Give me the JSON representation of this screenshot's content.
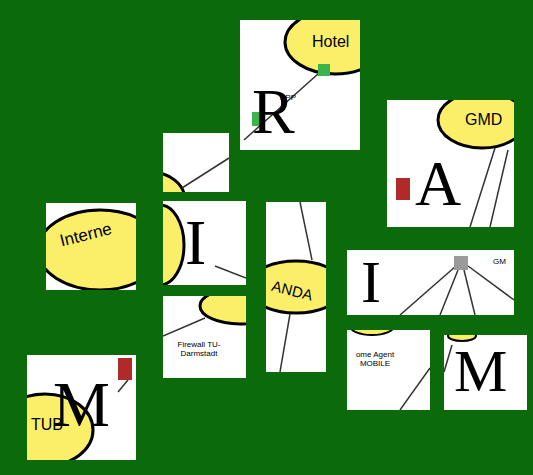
{
  "diagram": {
    "nodes": [
      {
        "text": [
          "Hotel",
          "PPP",
          "R"
        ]
      },
      {
        "text": [
          "GMD",
          "A"
        ]
      },
      {
        "text": [
          "Interne"
        ]
      },
      {
        "text": [
          "I"
        ]
      },
      {
        "text": [
          "ANDA"
        ]
      },
      {
        "text": [
          "I",
          "GM"
        ]
      },
      {
        "text": [
          "Firewall TU-Darmstadt"
        ]
      },
      {
        "text": [
          "ome Agent MOBILE"
        ]
      },
      {
        "text": [
          "M"
        ]
      },
      {
        "text": [
          "TUB",
          "M"
        ]
      }
    ]
  }
}
